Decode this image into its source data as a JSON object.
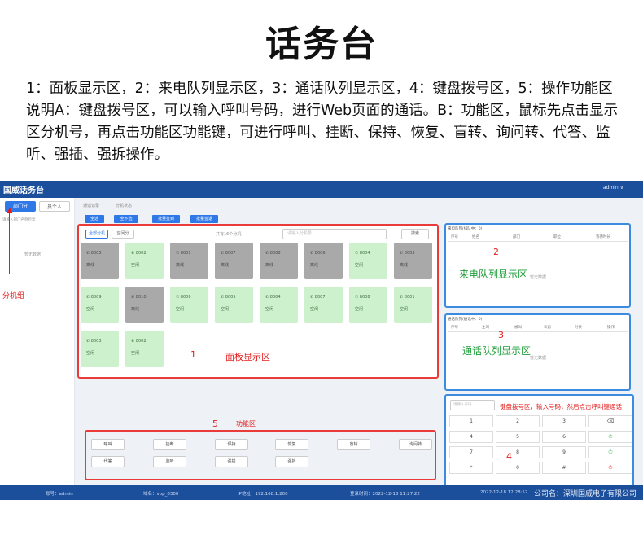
{
  "page_title": "话务台",
  "description": "1：面板显示区，2：来电队列显示区，3：通话队列显示区，4：键盘拨号区，5：操作功能区说明A：键盘拨号区，可以输入呼叫号码，进行Web页面的通话。B：功能区，鼠标先点击显示区分机号，再点击功能区功能键，可进行呼叫、挂断、保持、恢复、盲转、询问转、代答、监听、强插、强拆操作。",
  "app": {
    "title": "国威话务台",
    "user_menu": "admin ∨",
    "sidebar": {
      "tabs": [
        {
          "label": "部门分"
        },
        {
          "label": "员个人"
        }
      ],
      "hint": "请输入部门名称检索",
      "placeholder_text": "暂无数据"
    },
    "annotation_arrow_label": "分机组",
    "sub_tabs": [
      "通话记录",
      "分机状态"
    ],
    "top_buttons": [
      "全选",
      "全不选",
      "批量签到",
      "批量签退"
    ],
    "panel": {
      "filter_tabs": [
        {
          "label": "全部分机"
        },
        {
          "label": "空闲分"
        }
      ],
      "toolbar_text": "共有16个分机",
      "search_placeholder": "请输入分机号",
      "search_button": "搜索",
      "extensions": [
        {
          "number": "8005",
          "status": "离线",
          "state": "busy"
        },
        {
          "number": "8002",
          "status": "空闲",
          "state": "idle"
        },
        {
          "number": "8001",
          "status": "离线",
          "state": "busy"
        },
        {
          "number": "8007",
          "status": "离线",
          "state": "busy"
        },
        {
          "number": "8008",
          "status": "离线",
          "state": "busy"
        },
        {
          "number": "8006",
          "status": "离线",
          "state": "busy"
        },
        {
          "number": "8004",
          "status": "空闲",
          "state": "idle"
        },
        {
          "number": "8003",
          "status": "离线",
          "state": "busy"
        },
        {
          "number": "8009",
          "status": "空闲",
          "state": "idle"
        },
        {
          "number": "8010",
          "status": "离线",
          "state": "busy"
        },
        {
          "number": "8006",
          "status": "空闲",
          "state": "idle"
        },
        {
          "number": "8005",
          "status": "空闲",
          "state": "idle"
        },
        {
          "number": "8004",
          "status": "空闲",
          "state": "idle"
        },
        {
          "number": "8007",
          "status": "空闲",
          "state": "idle"
        },
        {
          "number": "8008",
          "status": "空闲",
          "state": "idle"
        },
        {
          "number": "8001",
          "status": "空闲",
          "state": "idle"
        },
        {
          "number": "8003",
          "status": "空闲",
          "state": "idle"
        },
        {
          "number": "8002",
          "status": "空闲",
          "state": "idle"
        }
      ],
      "annotation_number": "1",
      "annotation_label": "面板显示区"
    },
    "incoming_queue": {
      "title": "来电队列(排队中：0)",
      "columns": [
        "序号",
        "姓名",
        "部门",
        "职位",
        "等待时长"
      ],
      "annotation_number": "2",
      "annotation_label": "来电队列显示区",
      "empty_text": "暂无数据"
    },
    "call_queue": {
      "title": "通话队列(通话中：0)",
      "columns": [
        "序号",
        "主叫",
        "被叫",
        "状态",
        "时长",
        "操作"
      ],
      "annotation_number": "3",
      "annotation_label": "通话队列显示区",
      "empty_text": "暂无数据"
    },
    "keypad": {
      "input_placeholder": "请输入号码",
      "annotation_note": "键盘拨号区，输入号码，然后点击呼叫键通话",
      "annotation_number": "4",
      "keys": [
        "1",
        "2",
        "3",
        "⌫",
        "4",
        "5",
        "6",
        "✆",
        "7",
        "8",
        "9",
        "✆",
        "*",
        "0",
        "#",
        "✆"
      ]
    },
    "function_area": {
      "annotation_number": "5",
      "annotation_label": "功能区",
      "buttons": [
        "呼叫",
        "挂断",
        "保持",
        "恢复",
        "盲转",
        "询问转",
        "代答",
        "监听",
        "强插",
        "强拆"
      ]
    },
    "status_bar": {
      "account": "账号：admin",
      "domain": "域名：vop_8300",
      "ip": "IP地址：192.168.1.200",
      "login_time": "登录时间：2022-12-18 11:27:22",
      "current_time": "2022-12-18 12:28:52",
      "company": "公司名：深圳国威电子有限公司"
    }
  },
  "colors": {
    "header_blue": "#1b4f9c",
    "primary_button": "#2f78e8",
    "idle_tile": "#cdf1cd",
    "busy_tile": "#a9a9a9",
    "annotation_red": "#e21c1c",
    "annotation_blue": "#3b8be0",
    "annotation_green": "#1f9e3a"
  }
}
